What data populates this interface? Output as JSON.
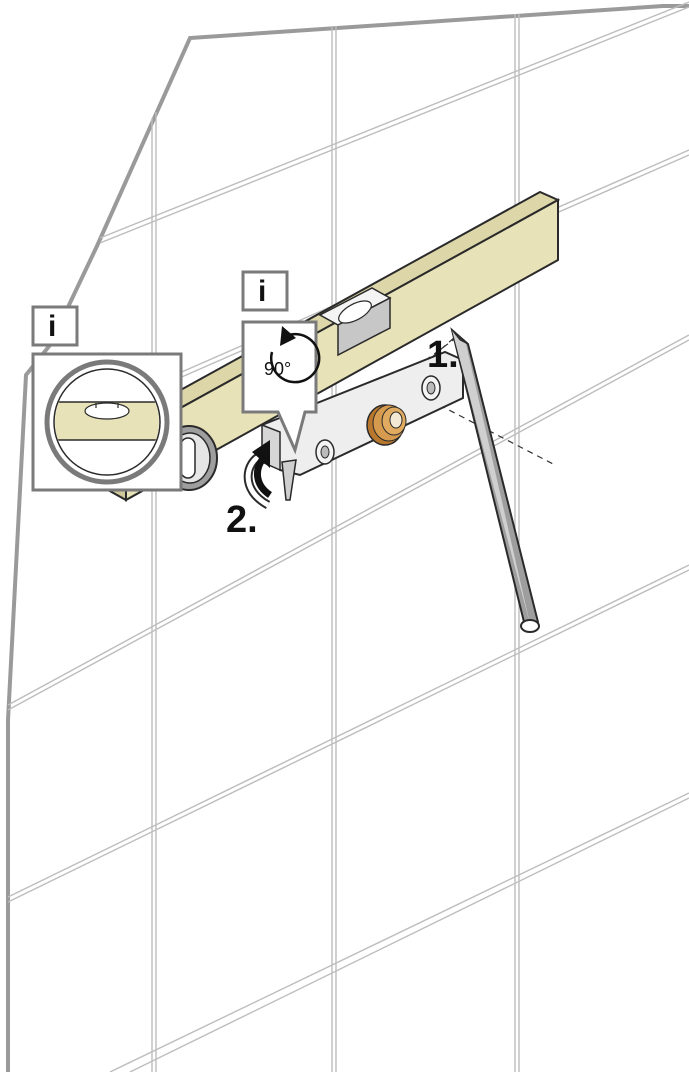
{
  "steps": {
    "step1_label": "1.",
    "step2_label": "2."
  },
  "info_badges": {
    "main_badge_label": "i",
    "inset_badge_label": "i"
  },
  "rotation": {
    "angle_label": "90°"
  },
  "icons": {
    "pencil": "pencil-icon",
    "spirit_level": "spirit-level-icon",
    "rotate_arrow": "rotate-arrow-icon",
    "info": "info-icon",
    "bubble_vial": "bubble-vial-icon"
  },
  "colors": {
    "wall_outline": "#9a9a9a",
    "tile_grid": "#bdbdbd",
    "level_body": "#e8e2b8",
    "level_edge": "#2a2a2a",
    "bracket": "#e8e8e8",
    "fitting_brass": "#c8893a",
    "inset_frame": "#7a7a7a"
  }
}
